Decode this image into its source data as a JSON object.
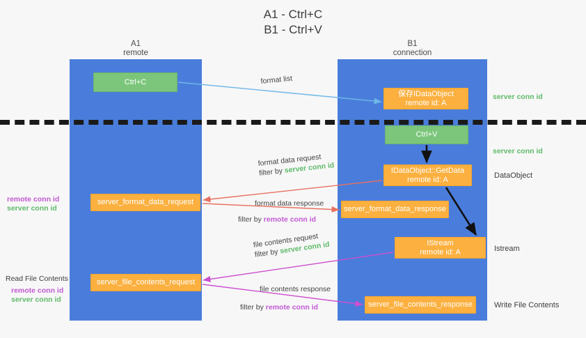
{
  "title": {
    "line1": "A1 - Ctrl+C",
    "line2": "B1 - Ctrl+V"
  },
  "lanes": [
    {
      "id": "a1",
      "name": "A1",
      "sub": "remote"
    },
    {
      "id": "b1",
      "name": "B1",
      "sub": "connection"
    }
  ],
  "nodes": {
    "ctrl_c": {
      "label": "Ctrl+C"
    },
    "ctrl_v": {
      "label": "Ctrl+V"
    },
    "save_idataobject": {
      "line1": "保存IDataObject",
      "line2": "remote id: A"
    },
    "getdata": {
      "line1": "IDataObject::GetData",
      "line2": "remote id: A"
    },
    "istream": {
      "line1": "IStream",
      "line2": "remote id: A"
    },
    "server_format_data_request": {
      "label": "server_format_data_request"
    },
    "server_format_data_response": {
      "label": "server_format_data_response"
    },
    "server_file_contents_request": {
      "label": "server_file_contents_request"
    },
    "server_file_contents_response": {
      "label": "server_file_contents_response"
    }
  },
  "edges": {
    "format_list": {
      "label": "format list"
    },
    "format_data_request": {
      "label": "format data request",
      "filter_prefix": "filter by ",
      "filter_target": "server conn id"
    },
    "format_data_response": {
      "label": "format data response",
      "filter_prefix": "filter by ",
      "filter_target": "remote conn id"
    },
    "file_contents_request": {
      "label": "file contents request",
      "filter_prefix": "filter by ",
      "filter_target": "server conn id"
    },
    "file_contents_response": {
      "label": "file contents response",
      "filter_prefix": "filter by ",
      "filter_target": "remote conn id"
    }
  },
  "side_labels": {
    "left_mid": {
      "remote": "remote conn id",
      "server": "server conn id"
    },
    "left_lower_title": "Read File Contents",
    "left_lower": {
      "remote": "remote conn id",
      "server": "server conn id"
    },
    "right_top_server": "server conn id",
    "right_second_server": "server conn id",
    "right_dataobject": "DataObject",
    "right_istream": "Istream",
    "right_write_file": "Write File Contents"
  },
  "colors": {
    "lane": "#4a7ddb",
    "green_node": "#7bc67b",
    "orange_node": "#fbb03f",
    "server_conn_id": "#5fba6a",
    "remote_conn_id": "#c15ad4",
    "arrow_format_list": "#6fb7e8",
    "arrow_format_data": "#e8705f",
    "arrow_file_contents": "#cc4fd0",
    "arrow_flow": "#111111",
    "background": "#f7f7f7"
  }
}
